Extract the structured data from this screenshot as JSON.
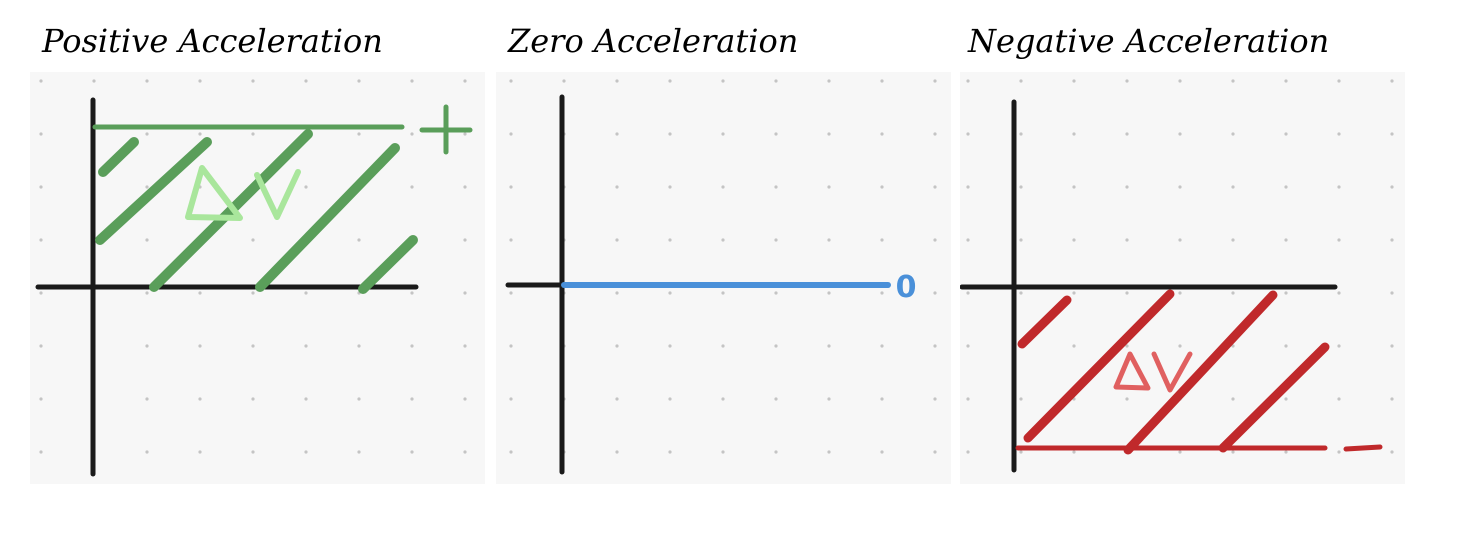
{
  "panels": [
    {
      "title": "Positive Acceleration",
      "sign": "+",
      "area_label": "ΔV"
    },
    {
      "title": "Zero Acceleration",
      "sign": "0"
    },
    {
      "title": "Negative Acceleration",
      "sign": "–",
      "area_label": "ΔV"
    }
  ],
  "colors": {
    "grid_bg": "#f7f7f7",
    "dot": "#c4c4c4",
    "axis": "#1a1a1a",
    "positive_stroke": "#5a9e5a",
    "positive_label": "#a9e69c",
    "zero_stroke": "#4a90d9",
    "negative_stroke": "#c0292b",
    "negative_label": "#e06060"
  }
}
